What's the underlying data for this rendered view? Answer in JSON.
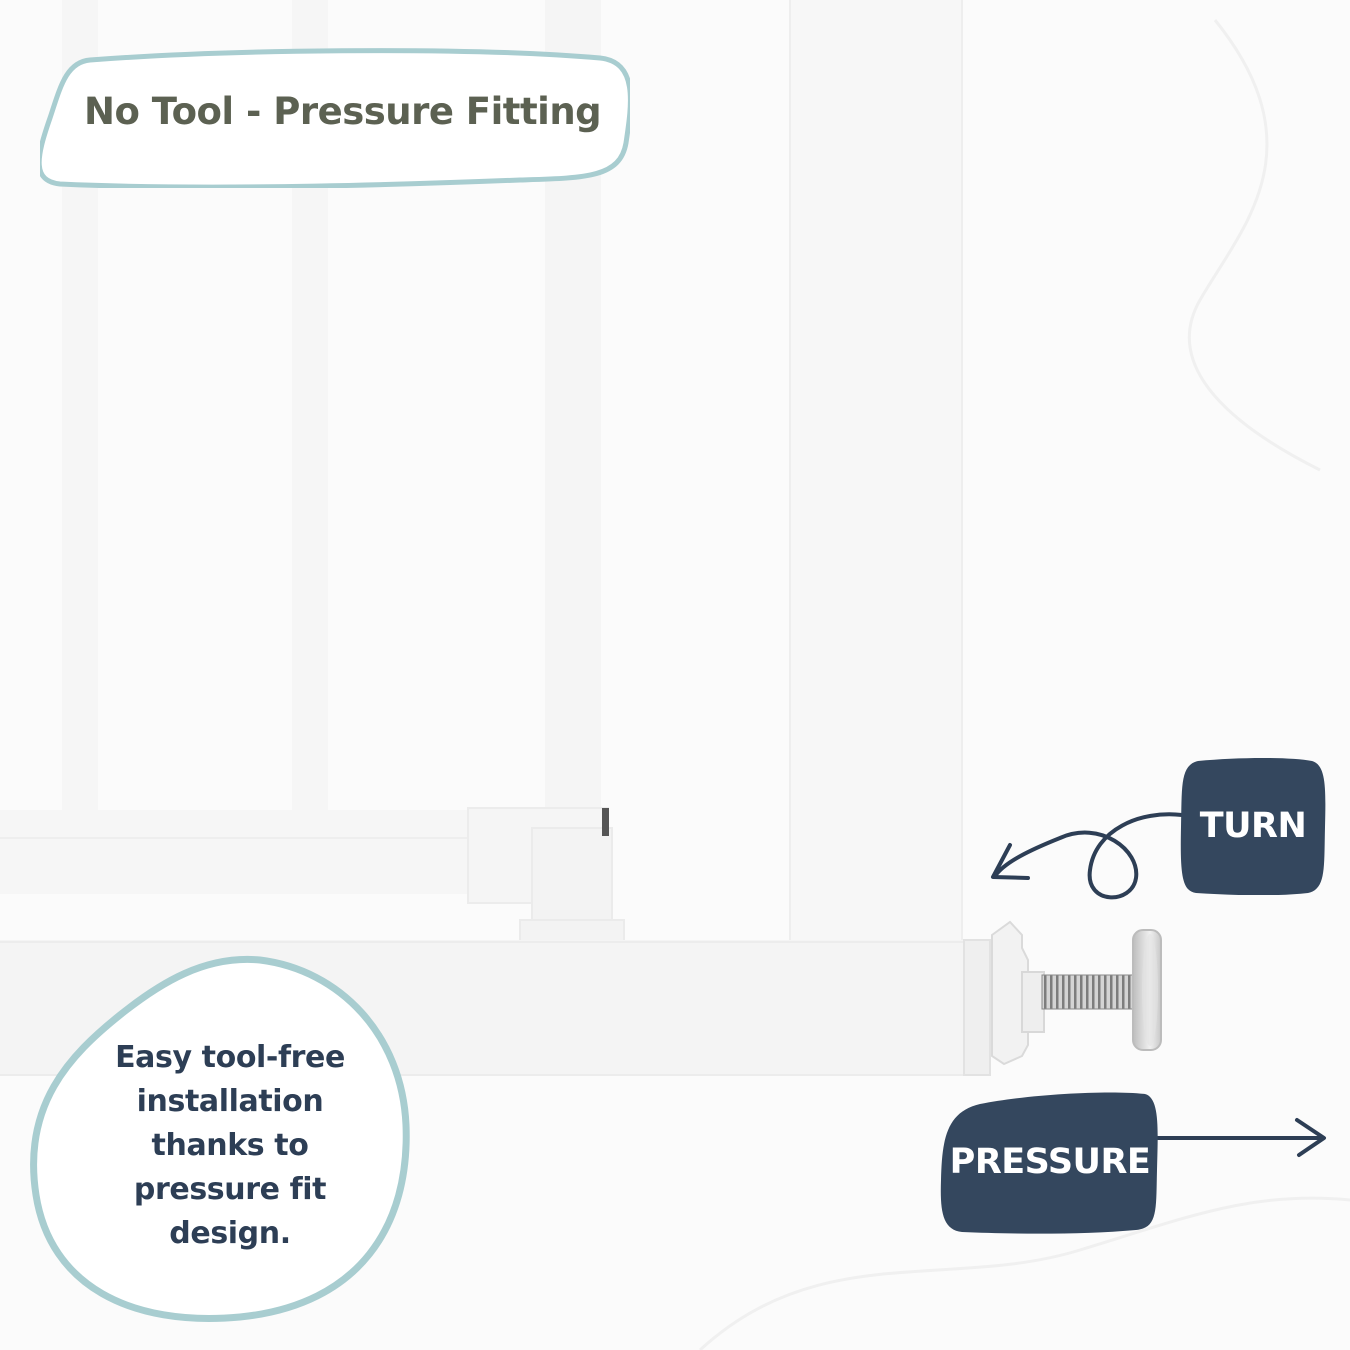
{
  "heading": {
    "title": "No Tool - Pressure Fitting"
  },
  "description": {
    "lines": [
      "Easy tool-free",
      "installation",
      "thanks to",
      "pressure fit",
      "design."
    ]
  },
  "callouts": {
    "turn_label": "TURN",
    "pressure_label": "PRESSURE"
  },
  "icons": {
    "turn_arrow": "curly-arrow-left-icon",
    "pressure_arrow": "arrow-right-icon"
  },
  "colors": {
    "badge_fill": "#34475e",
    "outline_teal": "#a8cdd0",
    "title_text": "#5c6152",
    "body_text": "#2d3e55",
    "background": "#fbfbfb"
  }
}
